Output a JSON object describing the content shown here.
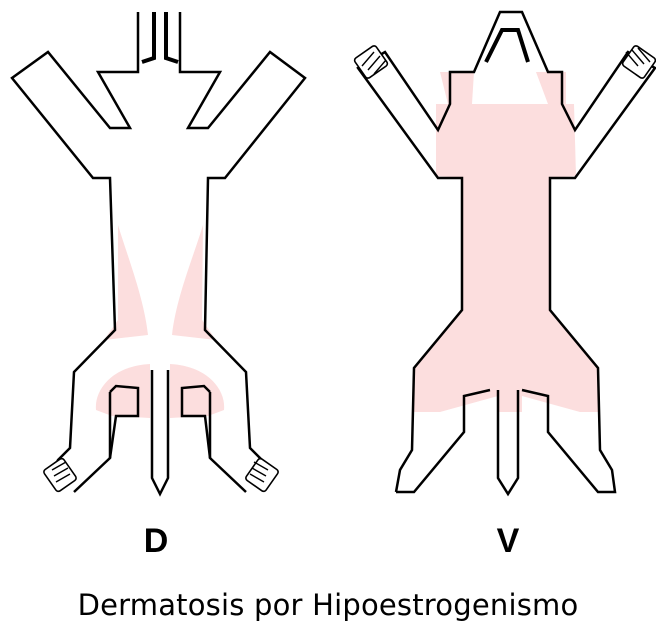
{
  "figure": {
    "caption": "Dermatosis por Hipoestrogenismo",
    "lesion_color": "#fcdede",
    "outline_color": "#000000",
    "views": [
      {
        "label": "D"
      },
      {
        "label": "V"
      }
    ]
  }
}
